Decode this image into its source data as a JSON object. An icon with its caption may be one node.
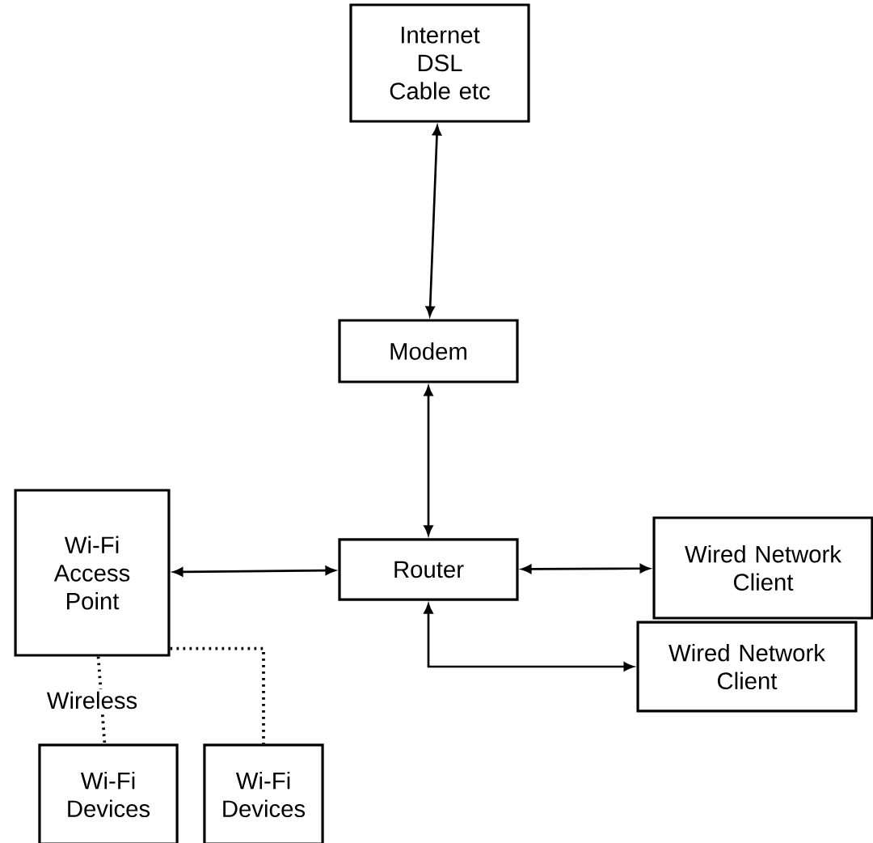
{
  "diagram": {
    "nodes": [
      {
        "text": [
          "Internet DSL Cable etc"
        ]
      },
      {
        "text": [
          "Modem"
        ]
      },
      {
        "text": [
          "Wi-Fi Access Point"
        ]
      },
      {
        "text": [
          "Router"
        ]
      },
      {
        "text": [
          "Wired Network Client"
        ]
      },
      {
        "text": [
          "Wired Network Client"
        ]
      },
      {
        "text": [
          "Wi-Fi Devices"
        ]
      },
      {
        "text": [
          "Wi-Fi Devices"
        ]
      }
    ],
    "edges": [
      {
        "from": 0,
        "to": 1,
        "arrow": "both"
      },
      {
        "from": 1,
        "to": 3,
        "arrow": "both"
      },
      {
        "from": 2,
        "to": 3,
        "arrow": "both"
      },
      {
        "from": 3,
        "to": 4,
        "arrow": "both"
      },
      {
        "from": 3,
        "to": 5,
        "arrow": "both"
      },
      {
        "from": 2,
        "to": 6,
        "arrow": "none",
        "style": "dashed",
        "label": "Wireless"
      },
      {
        "from": 2,
        "to": 7,
        "arrow": "none",
        "style": "dashed"
      }
    ]
  }
}
